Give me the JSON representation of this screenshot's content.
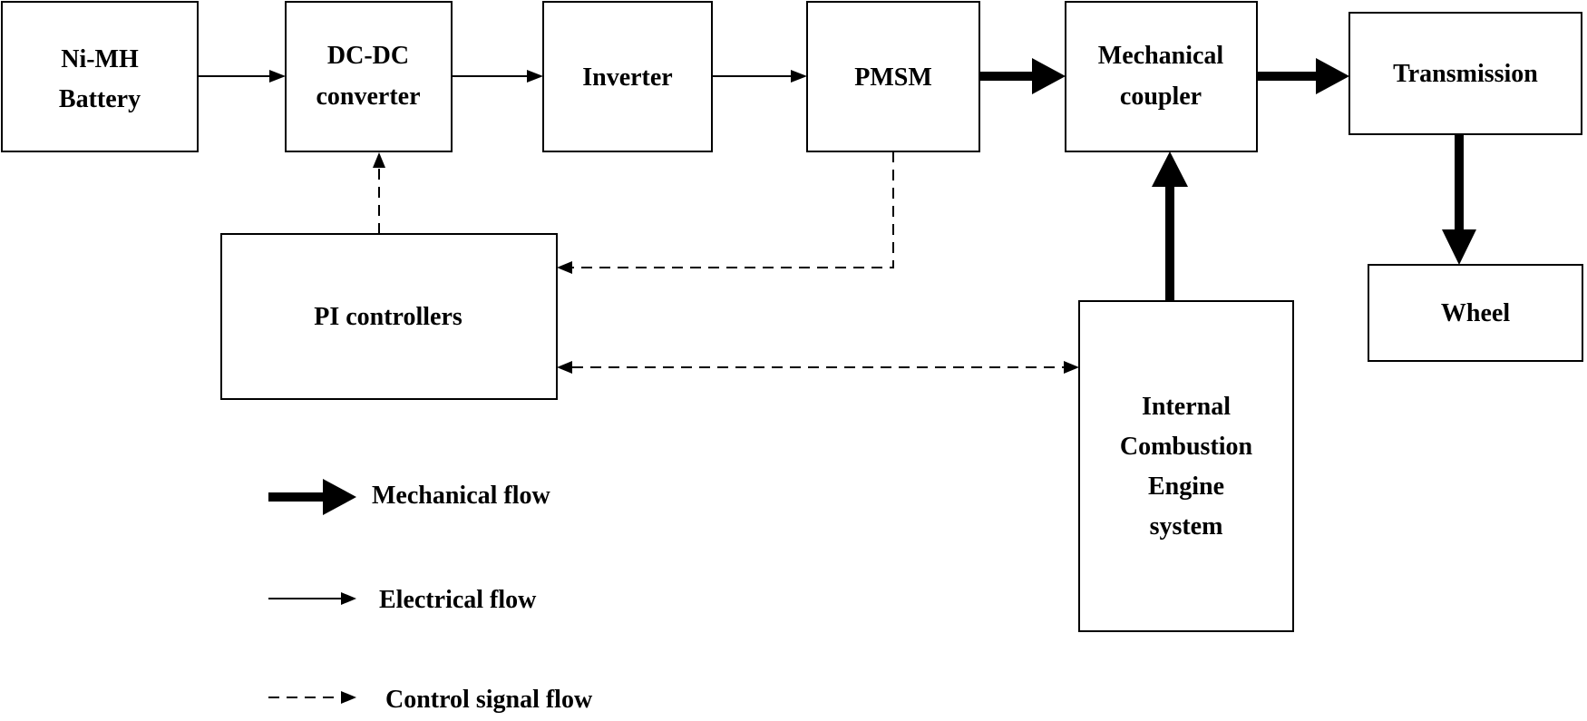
{
  "blocks": {
    "battery": [
      "Ni-MH",
      "Battery"
    ],
    "dcdc": [
      "DC-DC",
      "converter"
    ],
    "inverter": [
      "Inverter"
    ],
    "pmsm": [
      "PMSM"
    ],
    "coupler": [
      "Mechanical",
      "coupler"
    ],
    "transmission": [
      "Transmission"
    ],
    "wheel": [
      "Wheel"
    ],
    "pi": [
      "PI controllers"
    ],
    "ice": [
      "Internal",
      "Combustion",
      "Engine",
      "system"
    ]
  },
  "legend": {
    "mechanical": "Mechanical flow",
    "electrical": "Electrical flow",
    "control": "Control signal flow"
  },
  "colors": {
    "line": "#000000",
    "background": "#ffffff"
  }
}
